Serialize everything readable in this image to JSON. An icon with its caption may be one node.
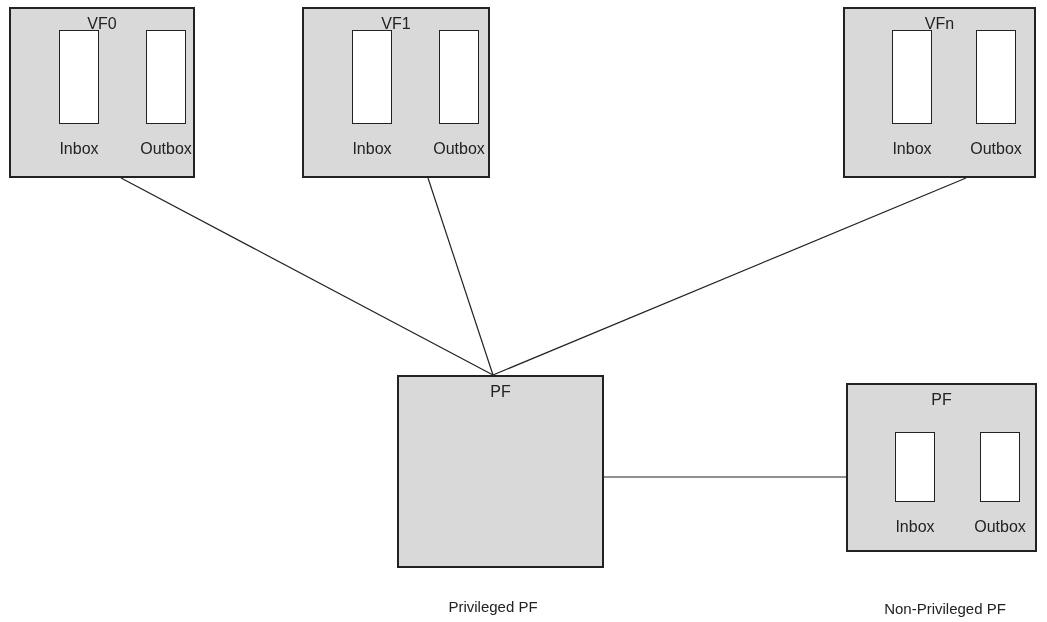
{
  "diagram": {
    "nodes": [
      {
        "text": [
          "VF0"
        ]
      },
      {
        "text": [
          "Inbox"
        ],
        "in": 0
      },
      {
        "text": [
          "Outbox"
        ],
        "in": 0
      },
      {
        "text": [
          "VF1"
        ]
      },
      {
        "text": [
          "Inbox"
        ],
        "in": 3
      },
      {
        "text": [
          "Outbox"
        ],
        "in": 3
      },
      {
        "text": [
          "VFn"
        ]
      },
      {
        "text": [
          "Inbox"
        ],
        "in": 6
      },
      {
        "text": [
          "Outbox"
        ],
        "in": 6
      },
      {
        "text": [
          "PF"
        ],
        "beside": [
          "Privileged PF"
        ]
      },
      {
        "text": [
          "PF"
        ],
        "beside": [
          "Non-Privileged PF"
        ]
      },
      {
        "text": [
          "Inbox"
        ],
        "in": 10
      },
      {
        "text": [
          "Outbox"
        ],
        "in": 10
      }
    ],
    "edges": [
      {
        "from": 0,
        "to": 9,
        "arrow": "none"
      },
      {
        "from": 3,
        "to": 9,
        "arrow": "none"
      },
      {
        "from": 6,
        "to": 9,
        "arrow": "none"
      },
      {
        "from": 9,
        "to": 10,
        "arrow": "none"
      }
    ]
  }
}
